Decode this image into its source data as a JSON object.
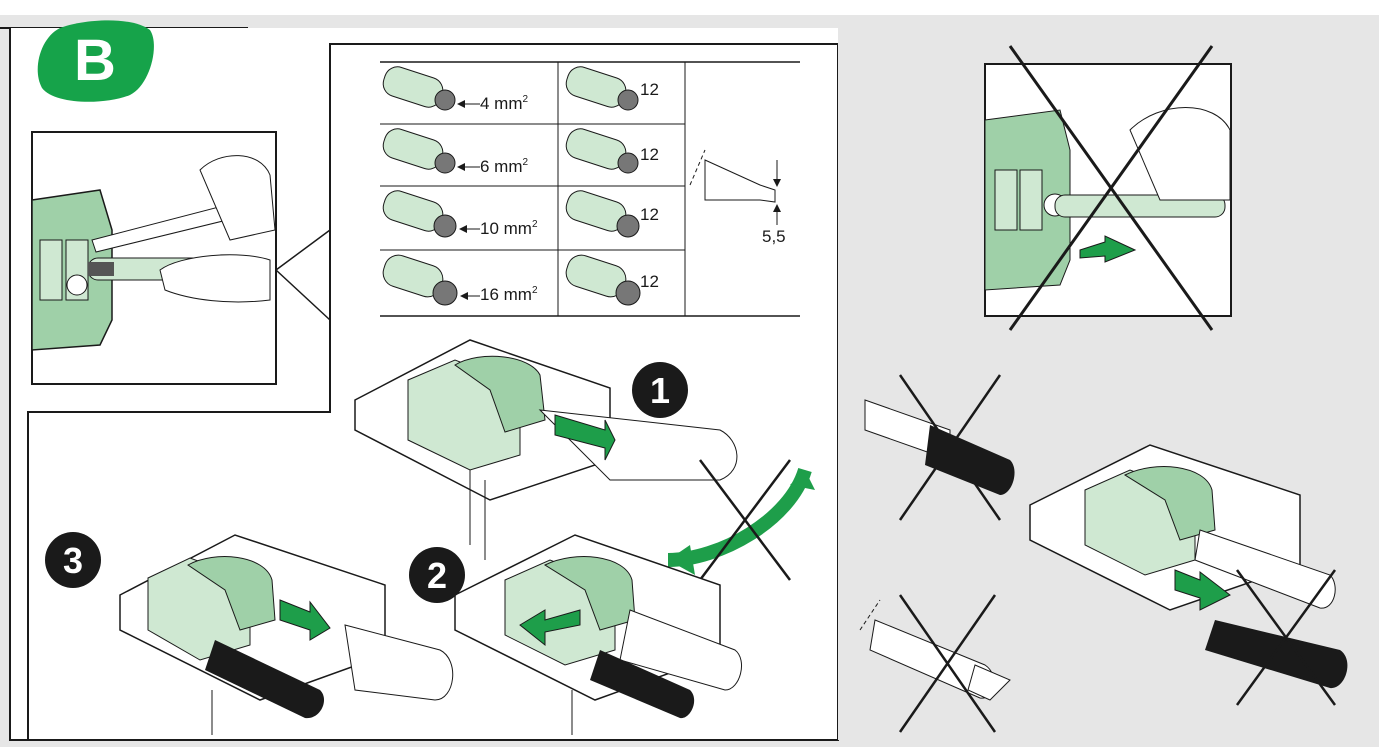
{
  "section": {
    "letter": "B",
    "badge_color": "#16a34a"
  },
  "colors": {
    "light_green": "#cfe8d2",
    "mid_green": "#9fd0a8",
    "arrow_green": "#1e9e4a",
    "panel_gray": "#e6e6e6",
    "line": "#1a1a1a"
  },
  "wire_table": {
    "rows": [
      {
        "size_label": "4 mm",
        "exp": "2",
        "strip_length": "12"
      },
      {
        "size_label": "6 mm",
        "exp": "2",
        "strip_length": "12"
      },
      {
        "size_label": "10 mm",
        "exp": "2",
        "strip_length": "12"
      },
      {
        "size_label": "16 mm",
        "exp": "2",
        "strip_length": "12"
      }
    ],
    "screwdriver_tip": "5,5"
  },
  "steps": {
    "one": "1",
    "two": "2",
    "three": "3"
  },
  "icons": {
    "cross": "cross-icon",
    "arrow": "green-arrow-icon"
  }
}
